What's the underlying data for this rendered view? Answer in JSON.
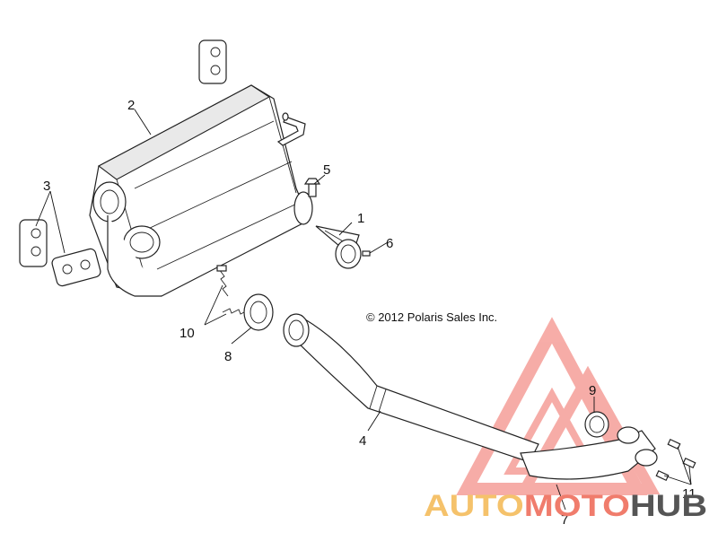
{
  "copyright": "© 2012 Polaris Sales Inc.",
  "callouts": [
    "1",
    "2",
    "3",
    "4",
    "5",
    "6",
    "7",
    "8",
    "9",
    "10",
    "11"
  ],
  "watermark": {
    "text_a": "AUTO",
    "text_b": "MOTO",
    "text_c": "HUB",
    "color_a": "#f5c26b",
    "color_b": "#f07c6c",
    "color_c": "#555555",
    "logo_color": "#f06a60"
  }
}
